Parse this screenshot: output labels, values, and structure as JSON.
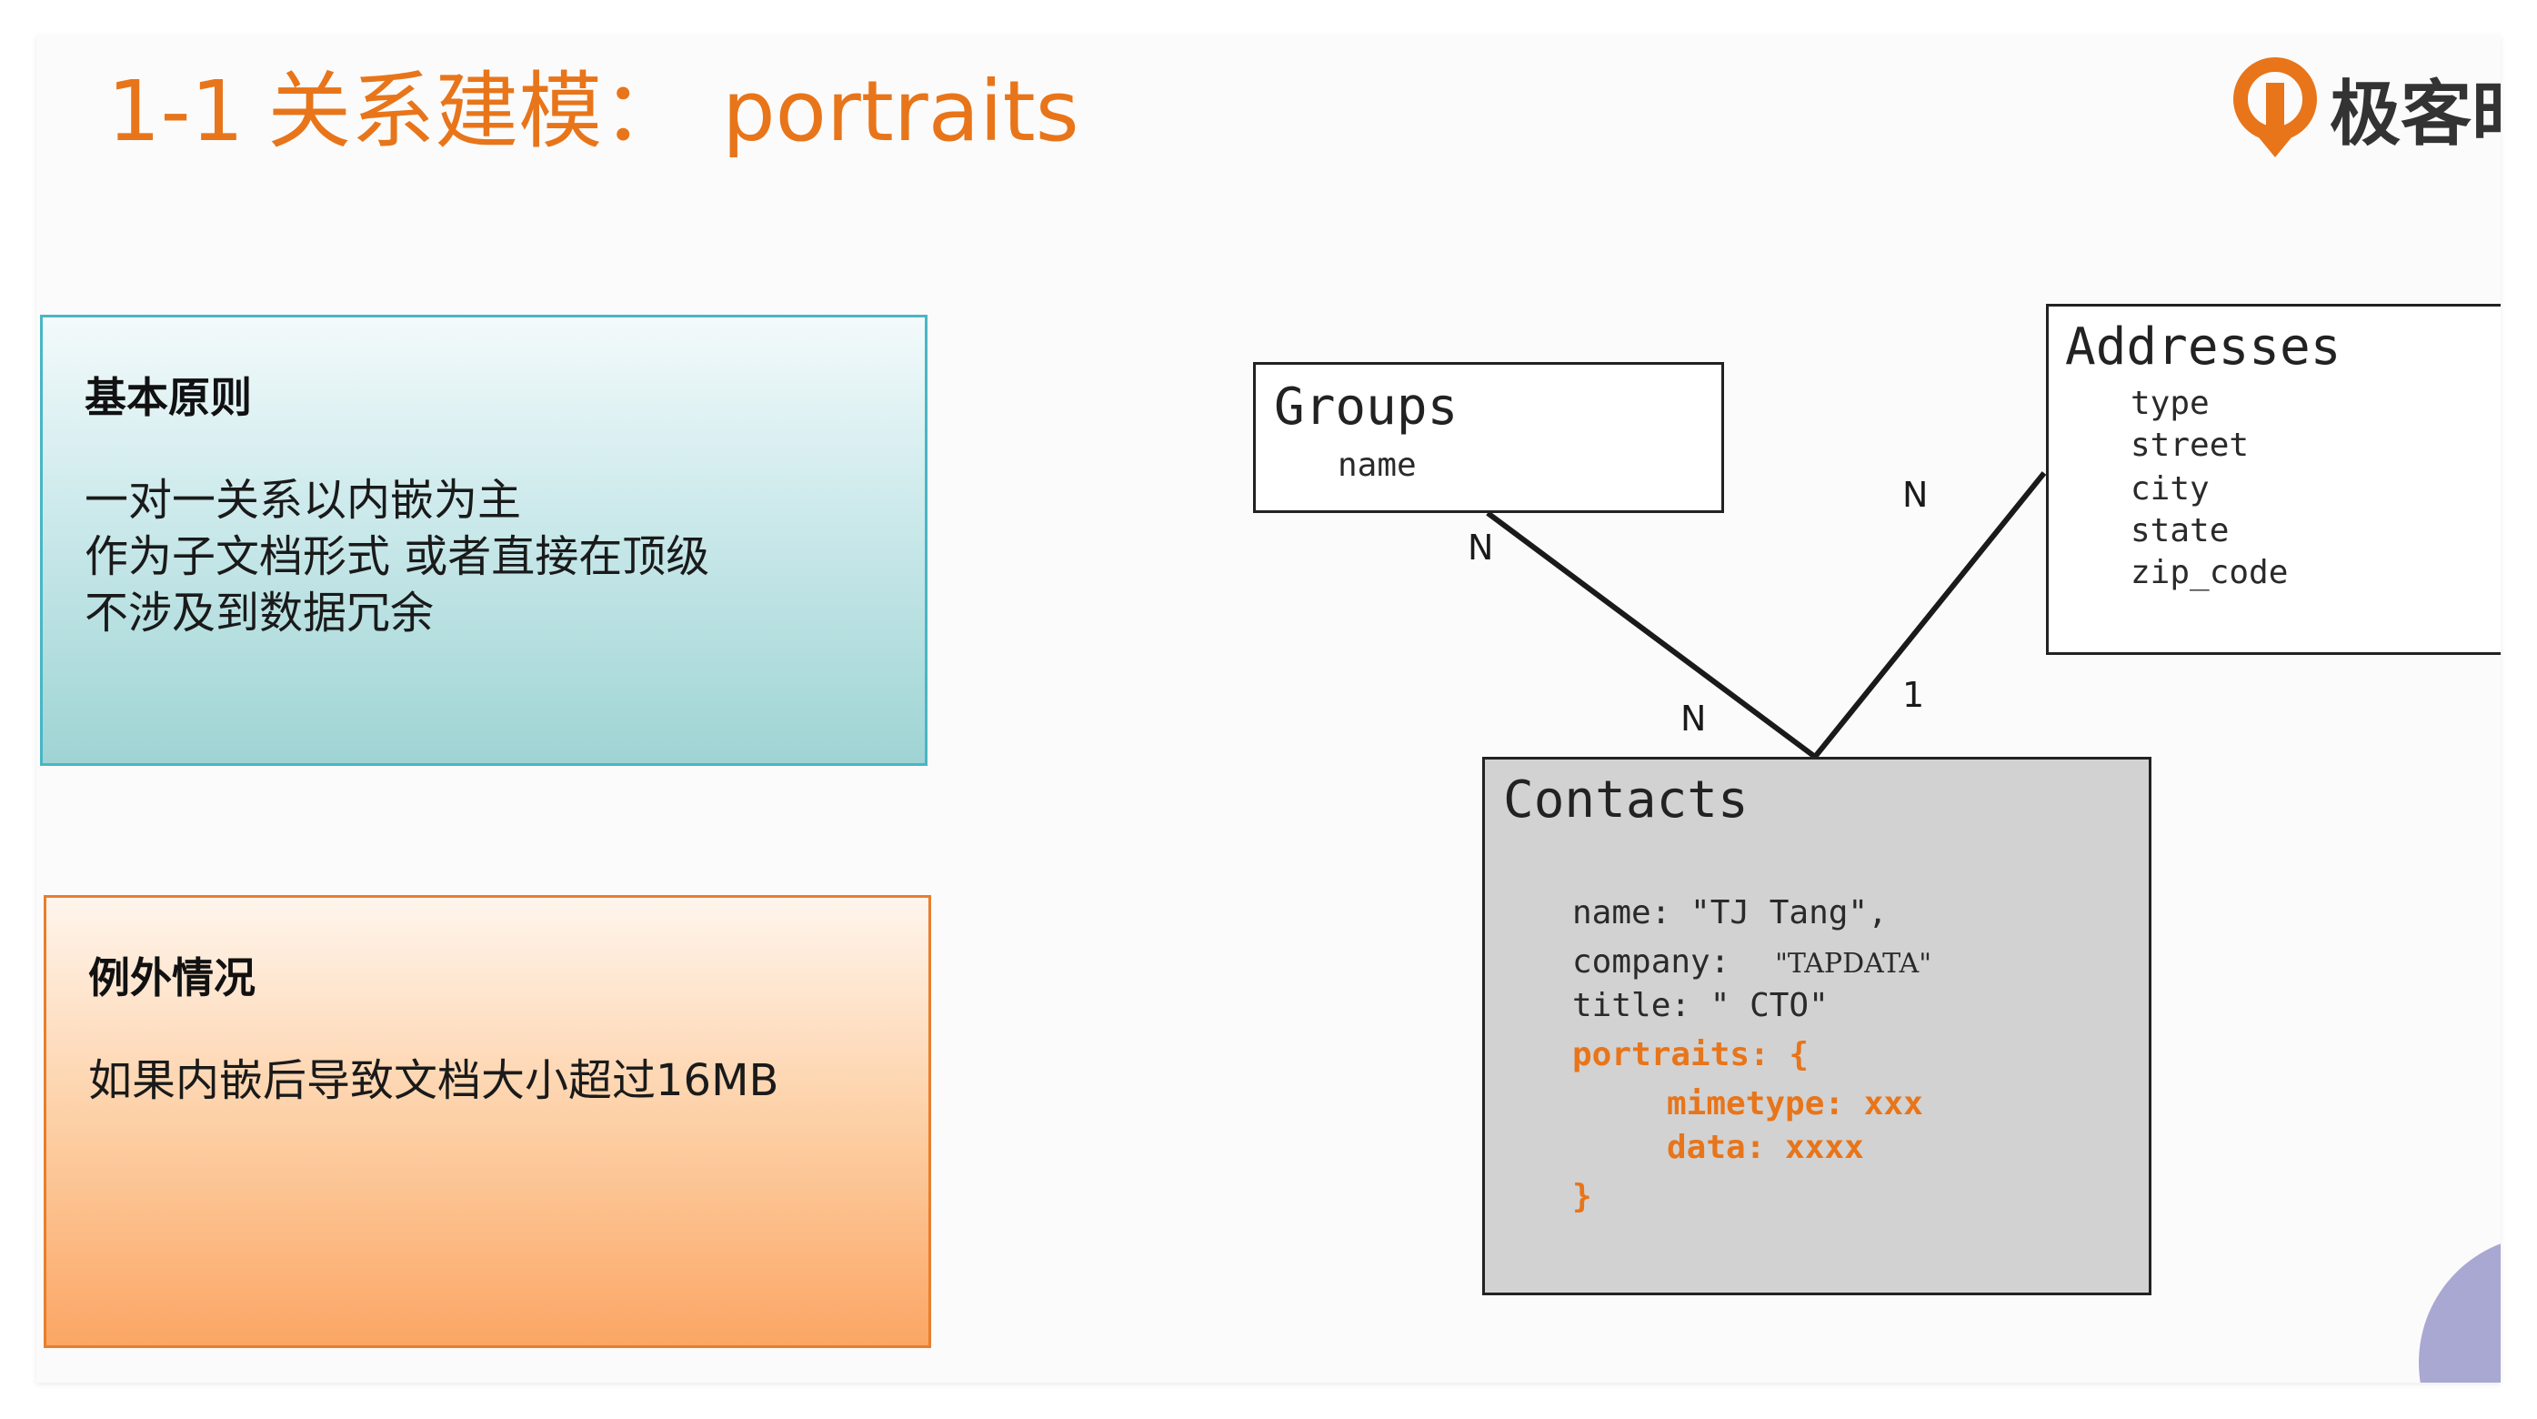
{
  "title": {
    "number": "1-1",
    "text": "关系建模：",
    "keyword": "portraits"
  },
  "logo": {
    "text": "极客时",
    "brand_color": "#e8751a"
  },
  "principle_card": {
    "title": "基本原则",
    "lines": [
      "一对一关系以内嵌为主",
      "作为子文档形式 或者直接在顶级",
      "不涉及到数据冗余"
    ]
  },
  "exception_card": {
    "title": "例外情况",
    "lines": [
      "如果内嵌后导致文档大小超过16MB"
    ]
  },
  "diagram": {
    "groups": {
      "name": "Groups",
      "fields": [
        "name"
      ]
    },
    "addresses": {
      "name": "Addresses",
      "fields": [
        "type",
        "street",
        "city",
        "state",
        "zip_code"
      ]
    },
    "contacts": {
      "name": "Contacts",
      "fields": {
        "name": "name: \"TJ Tang\",",
        "company_key": "company:",
        "company_val": "\"TAPDATA\"",
        "title": "title: \" CTO\"",
        "portraits_open": "portraits: {",
        "mimetype": "mimetype: xxx",
        "data": "data: xxxx",
        "close": "}"
      }
    },
    "relations": {
      "groups_end": "N",
      "contacts_groups_end": "N",
      "addresses_end": "N",
      "contacts_addresses_end": "1"
    }
  },
  "colors": {
    "accent_orange": "#e8751a",
    "principle_border": "#49b6c4",
    "exception_border": "#e87e2e",
    "contacts_fill": "#d2d2d2"
  }
}
